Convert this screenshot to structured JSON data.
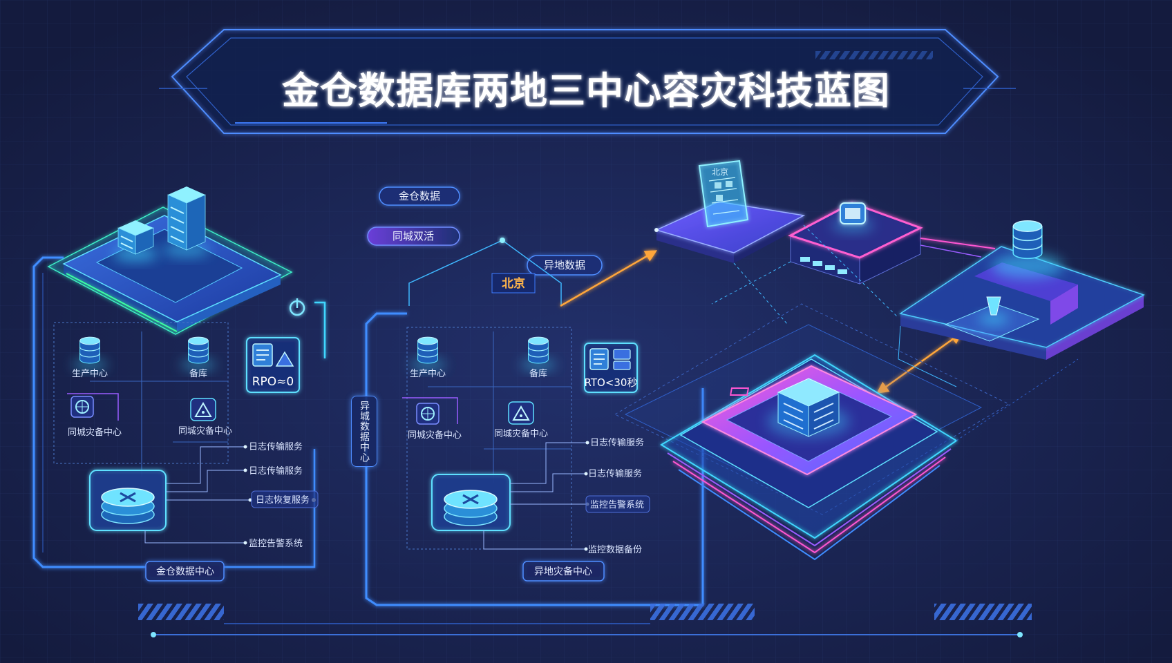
{
  "title": "金仓数据库两地三中心容灾科技蓝图",
  "flow_labels": {
    "data_sync": "金仓数据",
    "active_active": "同城双活",
    "remote_data": "异地数据"
  },
  "location_labels": {
    "house": "北京",
    "tablet": "北京"
  },
  "left_center": {
    "production": "生产中心",
    "standby": "备库",
    "dr_left": "同城灾备中心",
    "dr_right": "同城灾备中心",
    "metric": "RPO≈0",
    "services": [
      "日志传输服务",
      "日志传输服务",
      "日志恢复服务",
      "监控告警系统"
    ],
    "name": "金仓数据中心"
  },
  "middle_center": {
    "production": "生产中心",
    "standby": "备库",
    "dr_left": "同城灾备中心",
    "dr_right": "同城灾备中心",
    "metric": "RTO<30秒",
    "services": [
      "日志传输服务",
      "日志传输服务",
      "监控告警系统",
      "监控数据备份"
    ],
    "name": "异地灾备中心",
    "side_label": "异城数据中心"
  },
  "icons": [
    "server-tower-icon",
    "database-icon",
    "globe-icon",
    "warning-triangle-icon",
    "document-icon",
    "power-icon",
    "tablet-icon",
    "chip-icon"
  ],
  "colors": {
    "background": "#18214b",
    "cyan": "#3fd8ff",
    "blue": "#4f8dff",
    "purple": "#9a5cff",
    "pink": "#ff56d2",
    "orange": "#ffa63a",
    "green": "#3cffa0"
  }
}
